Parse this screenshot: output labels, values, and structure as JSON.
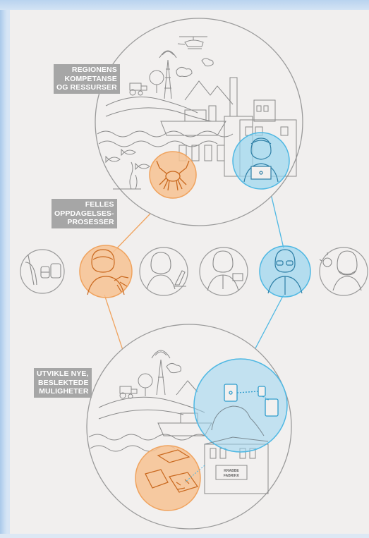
{
  "labels": {
    "region": [
      "REGIONENS",
      "KOMPETANSE",
      "OG RESSURSER"
    ],
    "discovery": [
      "FELLES",
      "OPPDAGELSES-",
      "PROSESSER"
    ],
    "develop": [
      "UTVIKLE NYE,",
      "BESLEKTEDE",
      "MULIGHETER"
    ]
  },
  "factory_sign": [
    "KRABBE",
    "FABRIKK"
  ],
  "colors": {
    "label_bg": "#a6a6a6",
    "orange": "#f0a35e",
    "orange_fill": "#f7c292",
    "blue": "#4fb8e3",
    "blue_fill": "#9ad6f0",
    "line_gray": "#9a9a9a"
  },
  "people_icons": [
    "seafood-products-icon",
    "crab-expert-icon",
    "researcher-microscope-icon",
    "businessman-icon",
    "it-developer-icon",
    "idea-person-icon"
  ]
}
